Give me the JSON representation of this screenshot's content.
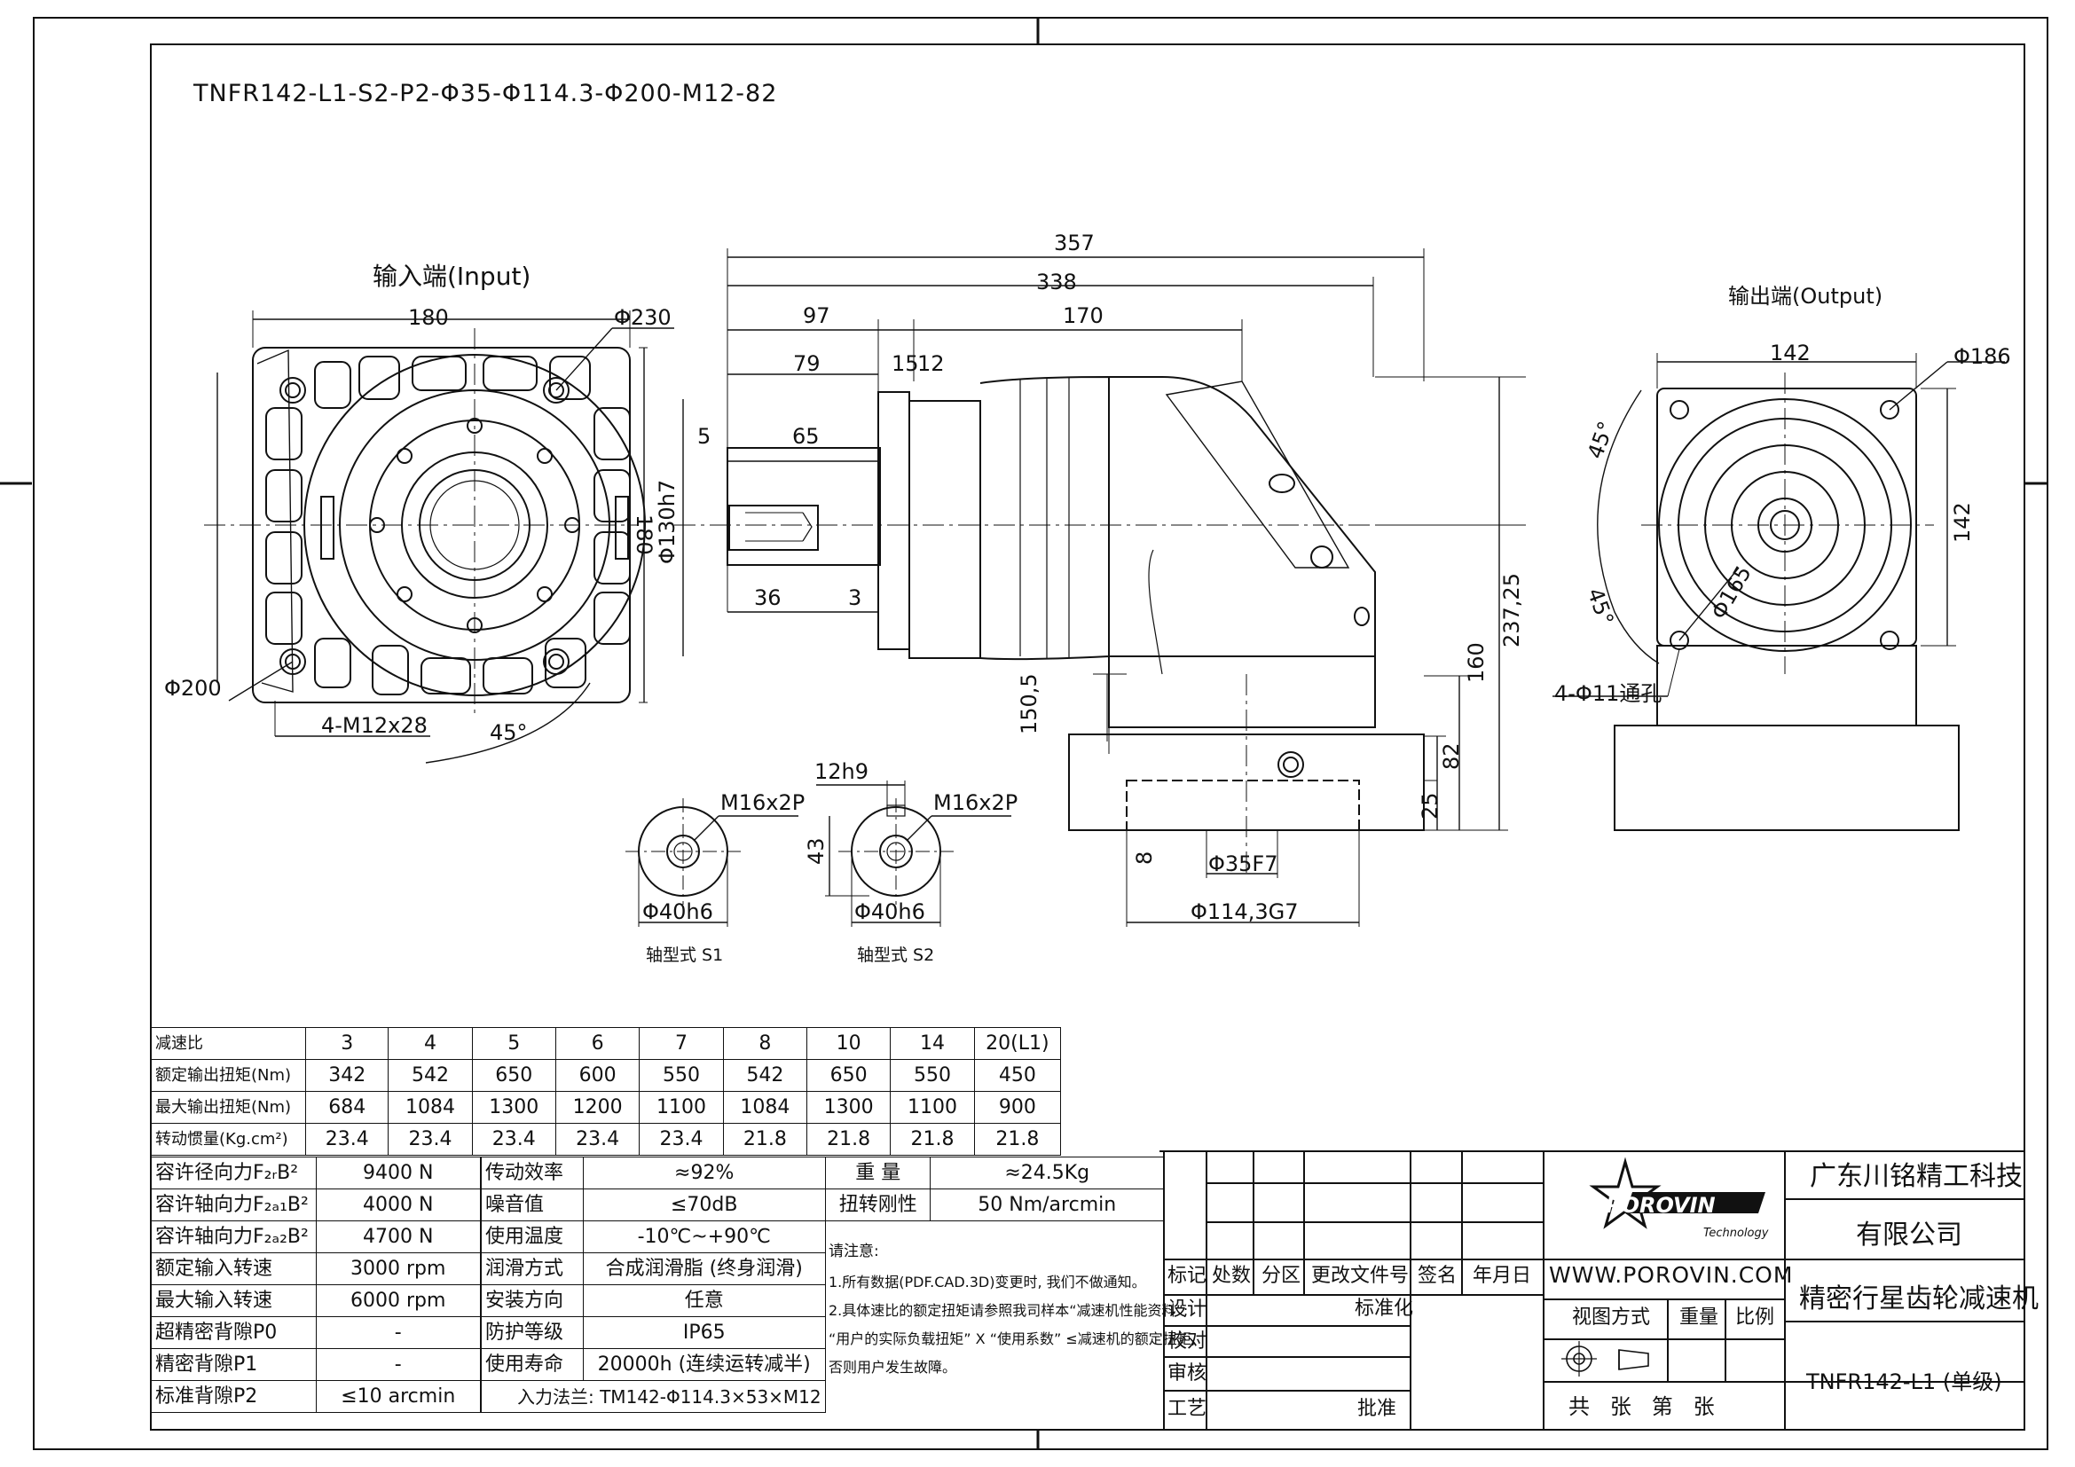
{
  "model_code": "TNFR142-L1-S2-P2-Φ35-Φ114.3-Φ200-M12-82",
  "views": {
    "input": {
      "title": "输入端(Input)",
      "width": "180",
      "height": "180",
      "d_pcd": "Φ230",
      "d_flange": "Φ200",
      "holes": "4-M12x28",
      "angle": "45°"
    },
    "side": {
      "len_total": "357",
      "len_338": "338",
      "len_97": "97",
      "len_170": "170",
      "len_79": "79",
      "len_15": "15",
      "len_12": "12",
      "len_5": "5",
      "len_65": "65",
      "len_36": "36",
      "len_3": "3",
      "d_spigot": "Φ130h7",
      "h_150_5": "150,5",
      "h_237_25": "237,25",
      "h_160": "160",
      "h_82": "82",
      "h_25": "25",
      "w_8": "8",
      "d_bore": "Φ35F7",
      "d_pilot": "Φ114,3G7"
    },
    "output": {
      "title": "输出端(Output)",
      "width": "142",
      "height": "142",
      "d_pcd": "Φ186",
      "d_165": "Φ165",
      "angle_a": "45°",
      "angle_b": "45°",
      "holes": "4-Φ11通孔"
    },
    "shafts": [
      {
        "thread": "M16x2P",
        "diameter": "Φ40h6",
        "caption": "轴型式 S1"
      },
      {
        "thread": "M16x2P",
        "diameter": "Φ40h6",
        "caption": "轴型式 S2",
        "key": "12h9",
        "key_depth": "43"
      }
    ]
  },
  "ratio_table": {
    "headers": [
      "减速比",
      "3",
      "4",
      "5",
      "6",
      "7",
      "8",
      "10",
      "14",
      "20(L1)"
    ],
    "rows": [
      [
        "额定输出扭矩(Nm)",
        "342",
        "542",
        "650",
        "600",
        "550",
        "542",
        "650",
        "550",
        "450"
      ],
      [
        "最大输出扭矩(Nm)",
        "684",
        "1084",
        "1300",
        "1200",
        "1100",
        "1084",
        "1300",
        "1100",
        "900"
      ],
      [
        "转动惯量(Kg.cm²)",
        "23.4",
        "23.4",
        "23.4",
        "23.4",
        "23.4",
        "21.8",
        "21.8",
        "21.8",
        "21.8"
      ]
    ]
  },
  "spec_left": [
    [
      "容许径向力F₂ᵣB²",
      "9400 N"
    ],
    [
      "容许轴向力F₂ₐ₁B²",
      "4000 N"
    ],
    [
      "容许轴向力F₂ₐ₂B²",
      "4700 N"
    ],
    [
      "额定输入转速",
      "3000 rpm"
    ],
    [
      "最大输入转速",
      "6000 rpm"
    ],
    [
      "超精密背隙P0",
      "-"
    ],
    [
      "精密背隙P1",
      "-"
    ],
    [
      "标准背隙P2",
      "≤10 arcmin"
    ]
  ],
  "spec_mid": [
    [
      "传动效率",
      "≈92%"
    ],
    [
      "噪音值",
      "≤70dB"
    ],
    [
      "使用温度",
      "-10℃~+90℃"
    ],
    [
      "润滑方式",
      "合成润滑脂 (终身润滑)"
    ],
    [
      "安装方向",
      "任意"
    ],
    [
      "防护等级",
      "IP65"
    ],
    [
      "使用寿命",
      "20000h (连续运转减半)"
    ]
  ],
  "flange_note": "入力法兰: TM142-Φ114.3×53×M12",
  "spec_right": [
    [
      "重 量",
      "≈24.5Kg"
    ],
    [
      "扭转刚性",
      "50 Nm/arcmin"
    ]
  ],
  "notes": {
    "title": "请注意:",
    "lines": [
      "1.所有数据(PDF.CAD.3D)变更时, 我们不做通知。",
      "2.具体速比的额定扭矩请参照我司样本“减速机性能资料”;",
      "“用户的实际负载扭矩” X “使用系数” ≤减速机的额定扭矩,",
      "否则用户发生故障。"
    ]
  },
  "approval": {
    "headers": [
      "标记",
      "处数",
      "分区",
      "更改文件号",
      "签名",
      "年月日"
    ],
    "rows": [
      "设计",
      "校对",
      "审核",
      "工艺"
    ],
    "standardize": "标准化",
    "approve": "批准"
  },
  "company": {
    "logo_text": "POROVIN",
    "logo_sub": "Technology",
    "website": "WWW.POROVIN.COM",
    "name_line1": "广东川铭精工科技",
    "name_line2": "有限公司",
    "product": "精密行星齿轮减速机",
    "view_method": "视图方式",
    "weight": "重量",
    "scale": "比例",
    "drawing_no": "TNFR142-L1 (单级)",
    "sheet_info": "共   张   第   张"
  },
  "colors": {
    "line": "#111111",
    "background": "#ffffff"
  }
}
